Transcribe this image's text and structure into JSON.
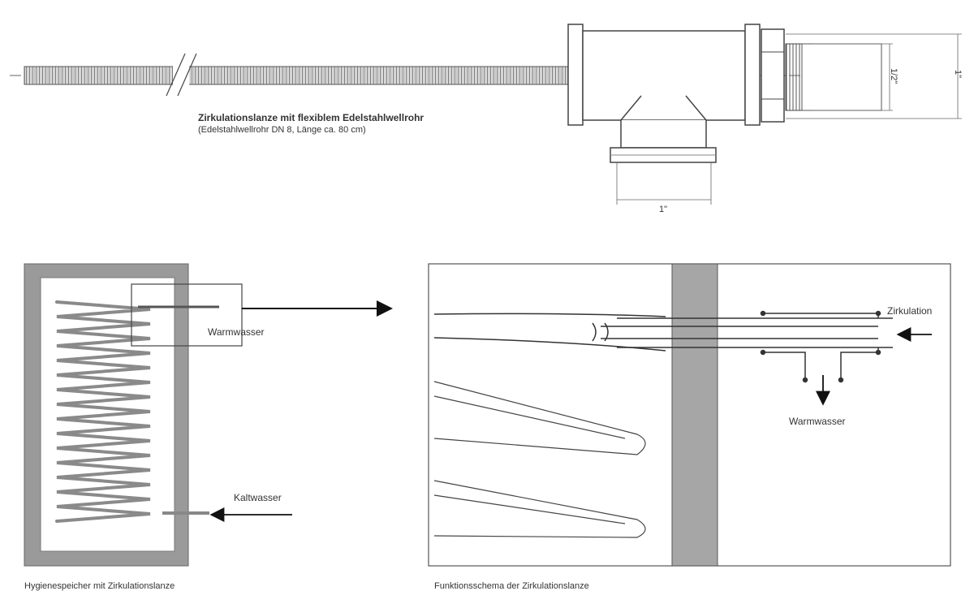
{
  "top_drawing": {
    "caption_title": "Zirkulationslanze mit flexiblem Edelstahlwellrohr",
    "caption_subtitle": "(Edelstahlwellrohr DN 8, Länge ca. 80 cm)",
    "dim_bottom": "1\"",
    "dim_right_inner": "1/2\"",
    "dim_right_outer": "1\""
  },
  "left_drawing": {
    "label_warmwasser": "Warmwasser",
    "label_kaltwasser": "Kaltwasser",
    "caption": "Hygienespeicher mit Zirkulationslanze"
  },
  "right_drawing": {
    "label_zirkulation": "Zirkulation",
    "label_warmwasser": "Warmwasser",
    "caption": "Funktionsschema der Zirkulationslanze"
  },
  "colors": {
    "line": "#333333",
    "tank_wall": "#9a9a9a",
    "wall_fill": "#a6a6a6"
  }
}
